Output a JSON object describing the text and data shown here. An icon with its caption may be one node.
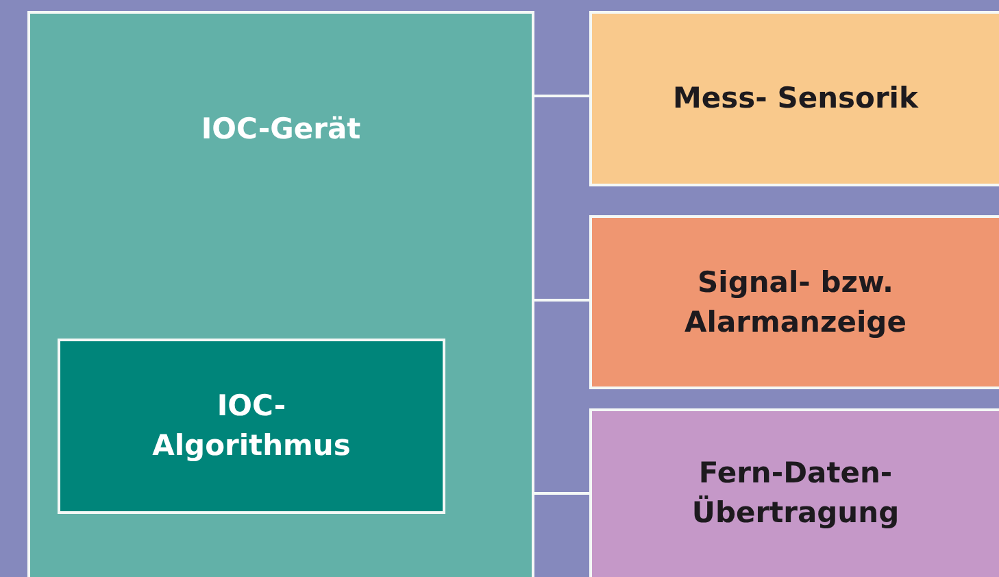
{
  "diagram": {
    "nodes": [
      {
        "text": [
          "IOC-Gerät"
        ]
      },
      {
        "text": [
          "IOC- Algorithmus"
        ],
        "in": 0
      },
      {
        "text": [
          "Mess- Sensorik"
        ]
      },
      {
        "text": [
          "Signal- bzw. Alarmanzeige"
        ]
      },
      {
        "text": [
          "Fern-Daten- Übertragung"
        ]
      }
    ],
    "edges": [
      {
        "from": 0,
        "to": 2,
        "arrow": "none"
      },
      {
        "from": 0,
        "to": 3,
        "arrow": "none"
      },
      {
        "from": 0,
        "to": 4,
        "arrow": "none"
      }
    ]
  }
}
